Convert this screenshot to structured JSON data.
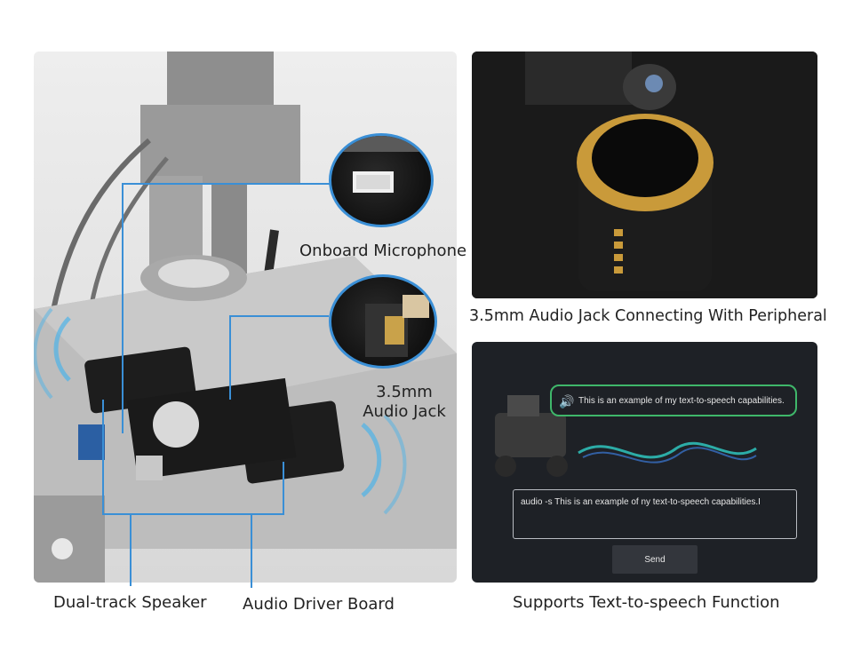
{
  "labels": {
    "onboard_microphone": "Onboard Microphone",
    "audio_jack_line1": "3.5mm",
    "audio_jack_line2": "Audio Jack",
    "dual_track_speaker": "Dual-track Speaker",
    "audio_driver_board": "Audio Driver Board"
  },
  "captions": {
    "speaker_photo": "3.5mm Audio Jack Connecting With Peripheral",
    "tts_function": "Supports Text-to-speech Function"
  },
  "tts": {
    "bubble_text": "This is an example of my text-to-speech capabilities.",
    "input_value": "audio -s This is an example of ny text-to-speech capabilities.I",
    "send_label": "Send"
  },
  "colors": {
    "callout": "#3a8fd6",
    "bubble_border": "#3fb76a",
    "screen_bg": "#1e2126"
  },
  "icons": {
    "speaker": "speaker-sound-icon"
  }
}
